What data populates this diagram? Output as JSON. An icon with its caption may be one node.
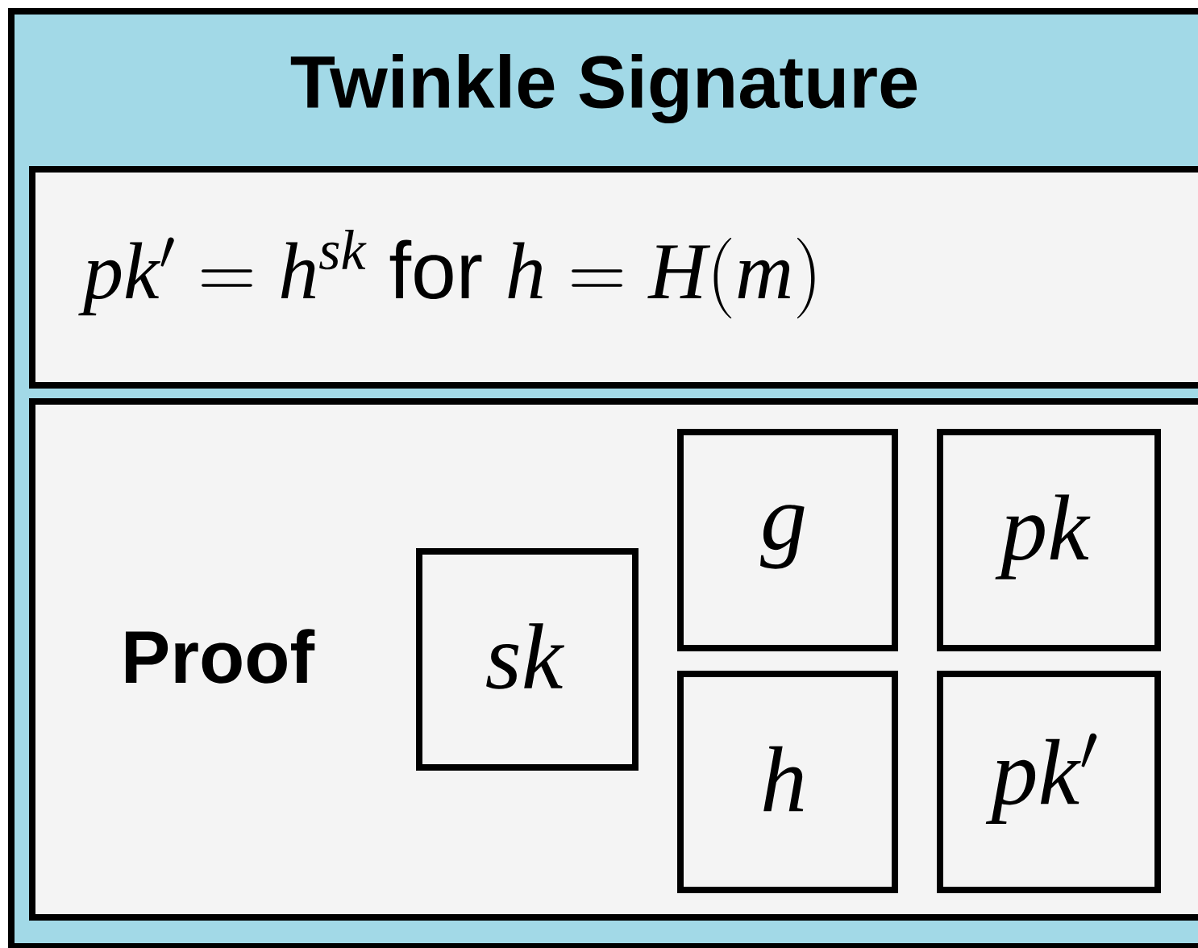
{
  "diagram": {
    "nodes": [
      {
        "text": [
          "Twinkle Signature"
        ]
      },
      {
        "text": [
          "pk' = h^{sk}",
          "for",
          "h = H(m)"
        ],
        "in": 0
      },
      {
        "text": [
          "Proof"
        ],
        "in": 0
      },
      {
        "text": [
          "sk"
        ],
        "in": 2
      },
      {
        "text": [
          "g"
        ],
        "in": 2
      },
      {
        "text": [
          "pk"
        ],
        "in": 2
      },
      {
        "text": [
          "h"
        ],
        "in": 2
      },
      {
        "text": [
          "pk'"
        ],
        "in": 2
      }
    ],
    "edges": []
  }
}
